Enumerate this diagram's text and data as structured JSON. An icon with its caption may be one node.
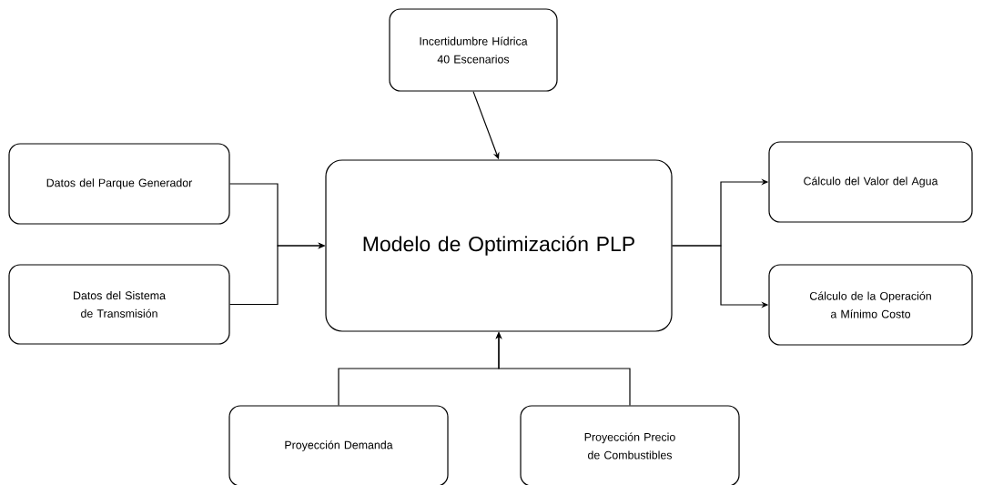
{
  "diagram": {
    "nodes": [
      {
        "text": [
          "Incertidumbre Hídrica 40 Escenarios"
        ]
      },
      {
        "text": [
          "Datos del Parque Generador"
        ]
      },
      {
        "text": [
          "Datos del Sistema de Transmisión"
        ]
      },
      {
        "text": [
          "Modelo de Optimización PLP"
        ]
      },
      {
        "text": [
          "Cálculo del Valor del Agua"
        ]
      },
      {
        "text": [
          "Cálculo de la Operación a Mínimo Costo"
        ]
      },
      {
        "text": [
          "Proyección Demanda"
        ]
      },
      {
        "text": [
          "Proyección Precio de Combustibles"
        ]
      }
    ],
    "edges": [
      {
        "from": 0,
        "to": 3,
        "arrow": "to"
      },
      {
        "from": 1,
        "to": 3,
        "arrow": "to"
      },
      {
        "from": 2,
        "to": 3,
        "arrow": "to"
      },
      {
        "from": 3,
        "to": 4,
        "arrow": "to"
      },
      {
        "from": 3,
        "to": 5,
        "arrow": "to"
      },
      {
        "from": 6,
        "to": 3,
        "arrow": "to"
      },
      {
        "from": 7,
        "to": 3,
        "arrow": "to"
      }
    ]
  }
}
